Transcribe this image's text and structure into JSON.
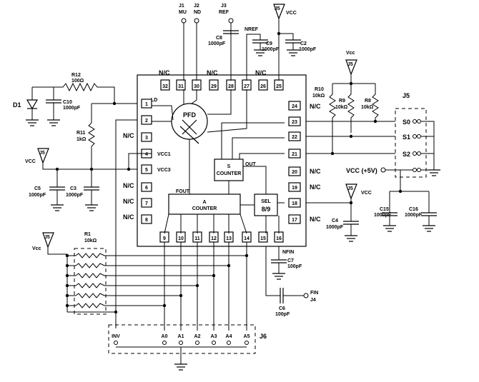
{
  "chip": {
    "pfd": "PFD",
    "s_counter": [
      "S",
      "COUNTER"
    ],
    "a_counter": [
      "A",
      "COUNTER"
    ],
    "sel": [
      "SEL",
      "8/9"
    ],
    "out": "OUT",
    "fout": "FOUT",
    "ld": "LD",
    "vcc1": "VCC1",
    "vcc3": "VCC3"
  },
  "pins_top": [
    "32",
    "31",
    "30",
    "29",
    "28",
    "27",
    "26",
    "25"
  ],
  "pins_left": [
    "1",
    "2",
    "3",
    "4",
    "5",
    "6",
    "7",
    "8"
  ],
  "pins_right": [
    "24",
    "23",
    "22",
    "21",
    "20",
    "19",
    "18",
    "17"
  ],
  "pins_bottom": [
    "9",
    "10",
    "11",
    "12",
    "13",
    "14",
    "15",
    "16"
  ],
  "nc": "N/C",
  "connectors": {
    "j1": [
      "J1",
      "MU"
    ],
    "j2": [
      "J2",
      "ND"
    ],
    "j3": [
      "J3",
      "REF"
    ],
    "j5": "J5",
    "j6": "J6",
    "fin": [
      "FIN",
      "J4"
    ],
    "vcc5": "VCC (+5V)"
  },
  "j5_pins": [
    "S0",
    "S1",
    "S2"
  ],
  "j6_pins": [
    "INV",
    "A0",
    "A1",
    "A2",
    "A3",
    "A4",
    "A5"
  ],
  "nets": {
    "nref": "NREF",
    "nfin": "NFIN",
    "vcc": "VCC",
    "Vcc": "Vcc",
    "vcc_lc": "Vcc"
  },
  "parts": {
    "c8": [
      "C8",
      "1000pF"
    ],
    "c9": [
      "C9",
      "1000pF"
    ],
    "c2": [
      "C2",
      "1000pF"
    ],
    "r12": [
      "R12",
      "100Ω"
    ],
    "c10": [
      "C10",
      "1000pF"
    ],
    "d1": "D1",
    "r11": [
      "R11",
      "1kΩ"
    ],
    "c5": [
      "C5",
      "1000pF"
    ],
    "c3": [
      "C3",
      "1000pF"
    ],
    "r10": [
      "R10",
      "10kΩ"
    ],
    "r9": [
      "R9",
      "10kΩ"
    ],
    "r8": [
      "R8",
      "10kΩ"
    ],
    "c4": [
      "C4",
      "1000pF"
    ],
    "c15": [
      "C15",
      "1000pF"
    ],
    "c16": [
      "C16",
      "1000pF"
    ],
    "c7": [
      "C7",
      "100pF"
    ],
    "c6": [
      "C6",
      "100pF"
    ],
    "r1": [
      "R1",
      "10kΩ"
    ]
  }
}
